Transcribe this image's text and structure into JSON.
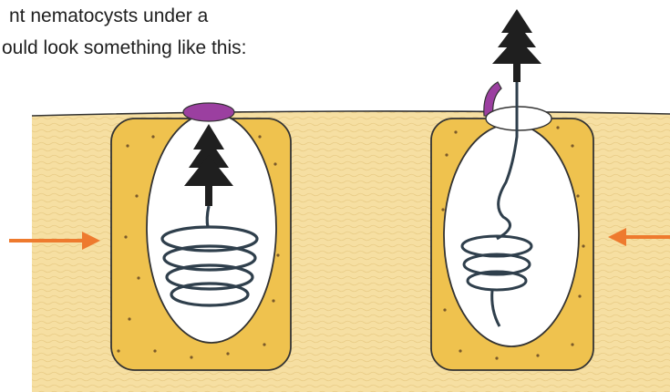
{
  "caption": {
    "line1": "nt nematocysts under a",
    "line2": "ould look something like this:"
  },
  "colors": {
    "skin": "#f6dfa2",
    "capsule_wall": "#efc24e",
    "capsule_dots": "#7a5a2a",
    "ink": "#222222",
    "thread": "#2f3f4c",
    "operculum": "#9b3fa0",
    "arrow": "#ee7a2e"
  },
  "figures": [
    {
      "state": "undischarged",
      "icon": "nematocyst-undischarged-icon"
    },
    {
      "state": "discharged",
      "icon": "nematocyst-discharged-icon"
    }
  ]
}
